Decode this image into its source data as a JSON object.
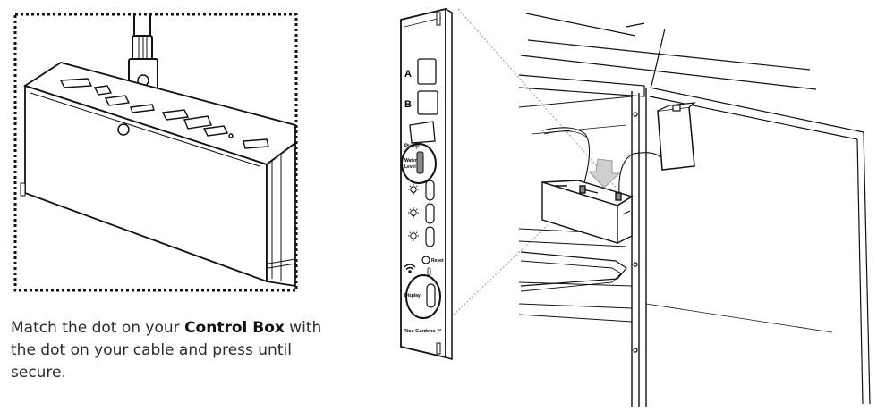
{
  "caption": {
    "part1": "Match the dot on your ",
    "bold": "Control Box",
    "part2": " with the dot on your cable and press until secure."
  },
  "panel": {
    "button_a": "A",
    "button_b": "B",
    "pump": "Pump",
    "water_level_1": "Water",
    "water_level_2": "Level",
    "reset": "Reset",
    "display": "Display",
    "brand": "Rise Gardens ™"
  },
  "icons": {
    "light": "light-bulb-icon",
    "wifi": "wifi-icon"
  },
  "colors": {
    "line": "#1a1a1a",
    "guide": "#9a9a9a",
    "water_level_fill": "#8a8a8a",
    "insert_arrow": "#cfcfcf"
  }
}
